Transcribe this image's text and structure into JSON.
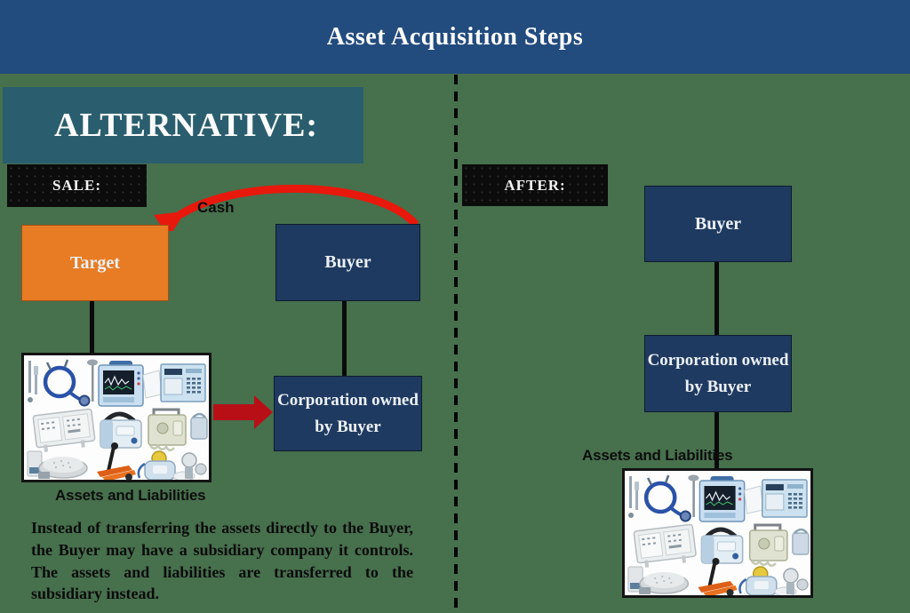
{
  "banner": {
    "title": "Asset Acquisition Steps"
  },
  "left_panel": {
    "header_label": "ALTERNATIVE:",
    "sale_label": "SALE:",
    "cash_label": "Cash",
    "target_label": "Target",
    "buyer_label": "Buyer",
    "corporation": {
      "line1": "Corporation owned",
      "line2": "by Buyer"
    },
    "assets_label": "Assets and Liabilities",
    "description": "Instead of transferring the assets directly to the Buyer, the Buyer may have a subsidiary company it controls. The assets and liabilities are transferred to the subsidiary instead."
  },
  "right_panel": {
    "after_label": "AFTER:",
    "buyer_label": "Buyer",
    "corporation": {
      "line1": "Corporation owned",
      "line2": "by Buyer"
    },
    "assets_label": "Assets and Liabilities"
  },
  "images": {
    "assets_collage_alt": "medical equipment collage"
  },
  "colors": {
    "background": "#47704D",
    "banner_blue": "#224B7E",
    "teal_header": "#2A5E6E",
    "black_label_box": "#0C0C0C",
    "orange_box": "#E87C24",
    "navy_box": "#1F3A60",
    "block_arrow_red": "#B80F17",
    "cash_arrow_red": "#E8190C"
  }
}
